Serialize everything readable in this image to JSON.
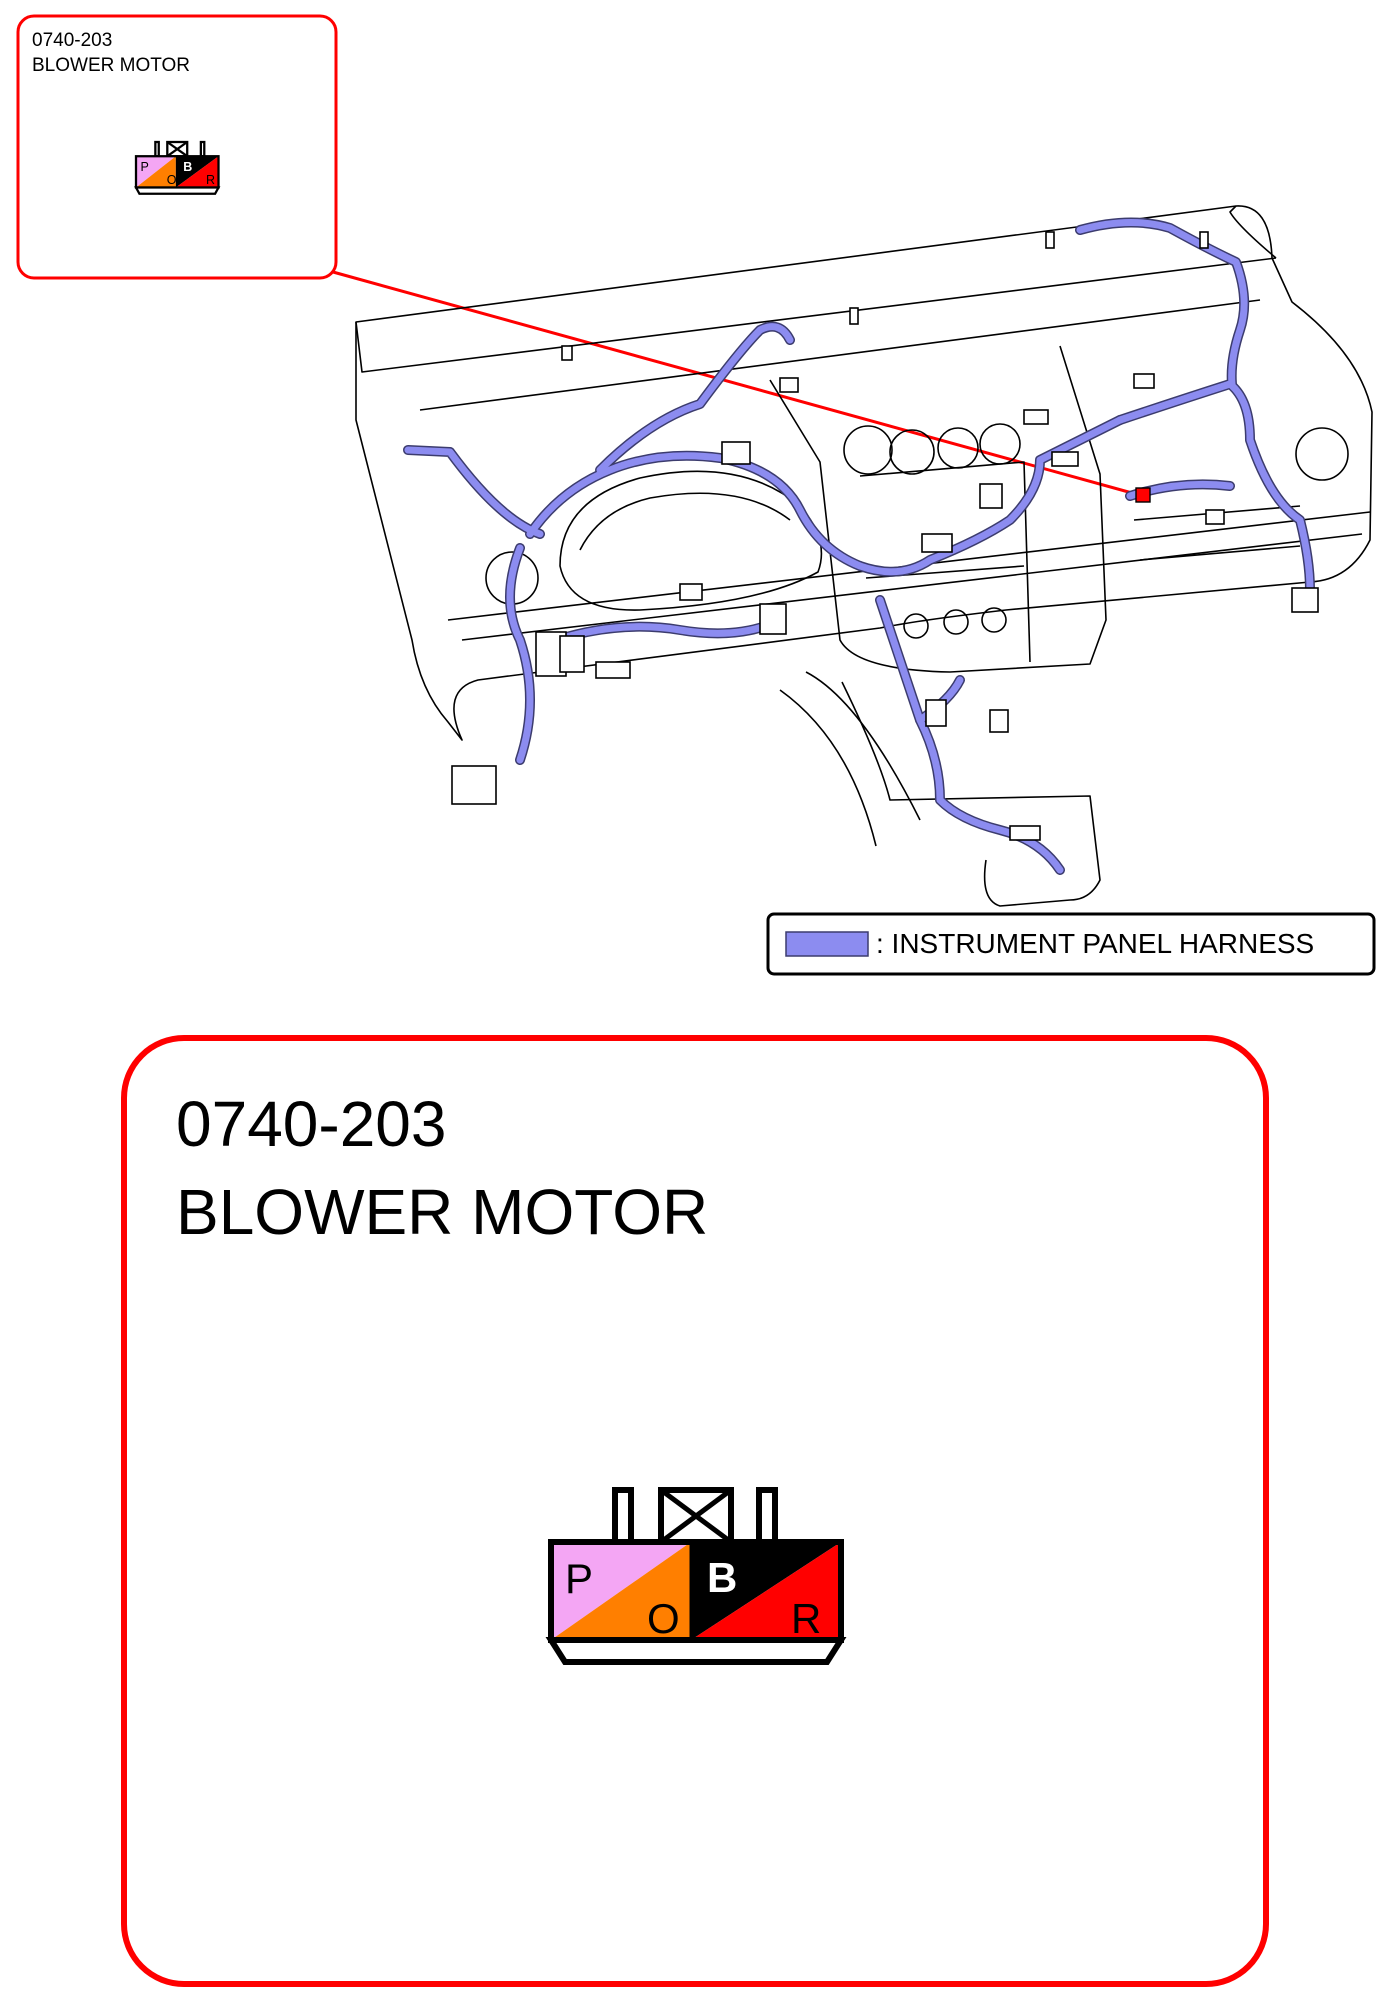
{
  "callout_small": {
    "code": "0740-203",
    "name": "BLOWER MOTOR"
  },
  "callout_large": {
    "code": "0740-203",
    "name": "BLOWER MOTOR"
  },
  "legend": {
    "text": ": INSTRUMENT PANEL HARNESS",
    "swatch_color": "#8c8cf0"
  },
  "connector": {
    "pins": [
      {
        "letter": "P",
        "wire_color": "pink",
        "fill": "#f4a6f4"
      },
      {
        "letter": "O",
        "wire_color": "orange",
        "fill": "#ff7f00"
      },
      {
        "letter": "B",
        "wire_color": "black",
        "fill": "#000000"
      },
      {
        "letter": "R",
        "wire_color": "red",
        "fill": "#ff0000"
      }
    ]
  },
  "colors": {
    "callout_border": "#ff0000",
    "harness": "#8c8cf0",
    "harness_outline": "#3c3c6e",
    "line": "#000000"
  }
}
